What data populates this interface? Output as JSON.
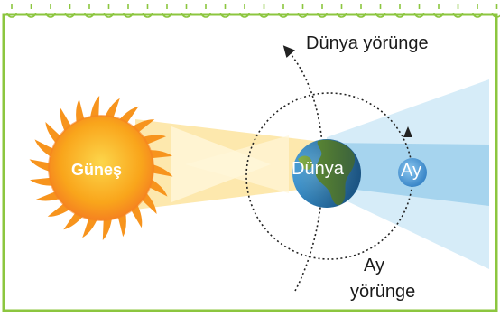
{
  "labels": {
    "sun": "Güneş",
    "earth": "Dünya",
    "moon": "Ay",
    "earth_orbit": "Dünya yörünge",
    "moon_orbit_line1": "Ay",
    "moon_orbit_line2": "yörünge"
  },
  "colors": {
    "frame": "#8cc63f",
    "sun_ray": "#f7941d",
    "sun_core": "#f9a51b",
    "sunlight": "#fde7a9",
    "earth_shadow": "#a6d4ee",
    "shadow_light": "#d6ecf8",
    "ocean": "#4aa3d8",
    "land": "#6ea23a",
    "moon": "#4b9ad4",
    "orbit_line": "#222222"
  }
}
